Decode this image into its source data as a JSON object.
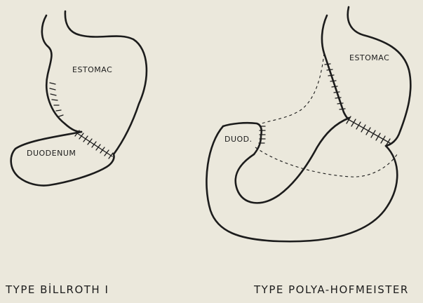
{
  "figures": [
    {
      "caption": "TYPE BİLLROTH I",
      "labels": {
        "stomach": "ESTOMAC",
        "duodenum": "DUODENUM"
      }
    },
    {
      "caption": "TYPE POLYA-HOFMEISTER",
      "labels": {
        "stomach": "ESTOMAC",
        "duodenum": "DUOD."
      }
    }
  ]
}
